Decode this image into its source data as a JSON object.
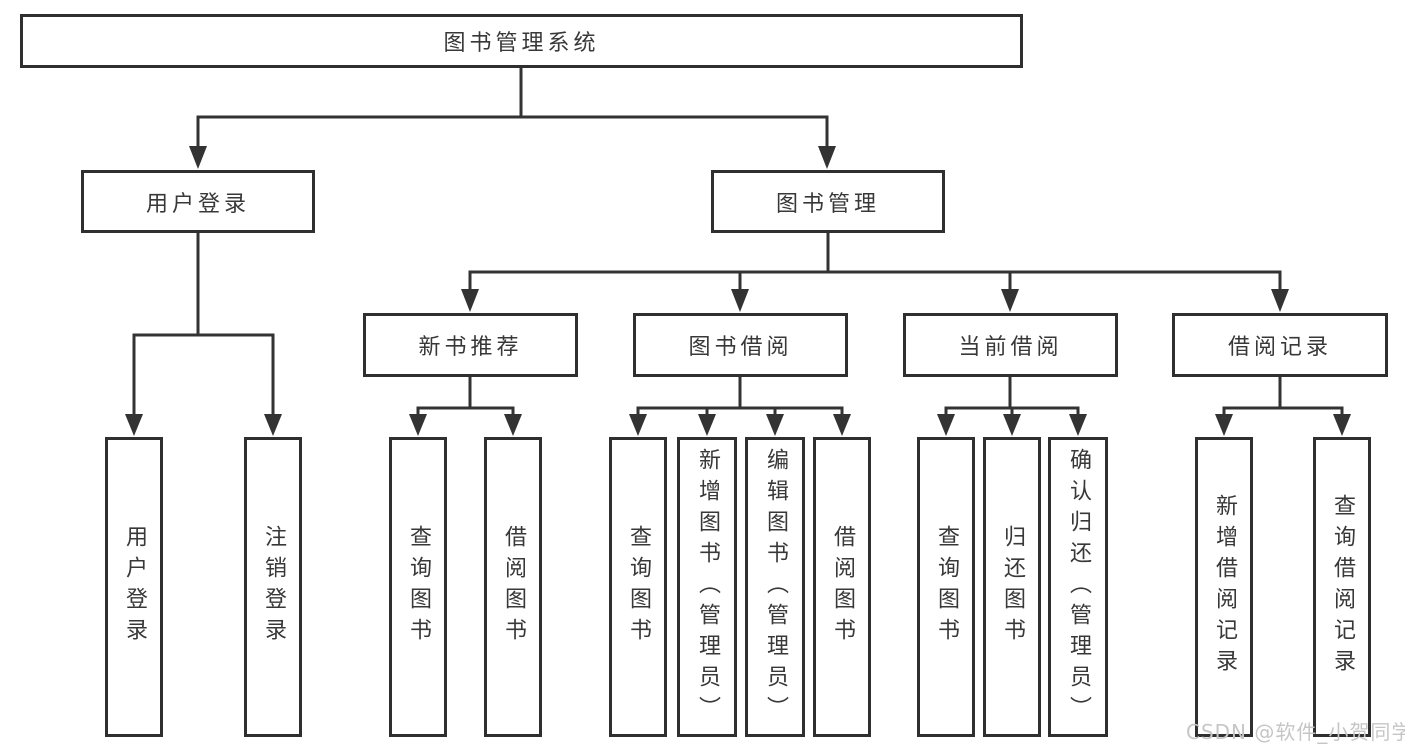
{
  "title": "图书管理系统",
  "watermark": "CSDN @软件_小贺同学",
  "colors": {
    "line": "#333333",
    "box_border": "#2f2f2f",
    "text": "#383838",
    "watermark": "#c6c6c6",
    "background": "#ffffff"
  },
  "nodes": {
    "root": {
      "label": "图书管理系统"
    },
    "user_login": {
      "label": "用户登录"
    },
    "book_mgmt": {
      "label": "图书管理"
    },
    "new_book_rec": {
      "label": "新书推荐"
    },
    "book_borrow": {
      "label": "图书借阅"
    },
    "current_borrow": {
      "label": "当前借阅"
    },
    "borrow_records": {
      "label": "借阅记录"
    },
    "login": {
      "label": "用户登录"
    },
    "logout": {
      "label": "注销登录"
    },
    "rec_query": {
      "label": "查询图书"
    },
    "rec_borrow": {
      "label": "借阅图书"
    },
    "bor_query": {
      "label": "查询图书"
    },
    "bor_add": {
      "label": "新增图书（管理员）"
    },
    "bor_edit": {
      "label": "编辑图书（管理员）"
    },
    "bor_borrow": {
      "label": "借阅图书"
    },
    "cur_query": {
      "label": "查询图书"
    },
    "cur_return": {
      "label": "归还图书"
    },
    "cur_confirm": {
      "label": "确认归还（管理员）"
    },
    "records_add": {
      "label": "新增借阅记录"
    },
    "records_query": {
      "label": "查询借阅记录"
    }
  },
  "edges": [
    [
      "root",
      "user_login"
    ],
    [
      "root",
      "book_mgmt"
    ],
    [
      "user_login",
      "login"
    ],
    [
      "user_login",
      "logout"
    ],
    [
      "book_mgmt",
      "new_book_rec"
    ],
    [
      "book_mgmt",
      "book_borrow"
    ],
    [
      "book_mgmt",
      "current_borrow"
    ],
    [
      "book_mgmt",
      "borrow_records"
    ],
    [
      "new_book_rec",
      "rec_query"
    ],
    [
      "new_book_rec",
      "rec_borrow"
    ],
    [
      "book_borrow",
      "bor_query"
    ],
    [
      "book_borrow",
      "bor_add"
    ],
    [
      "book_borrow",
      "bor_edit"
    ],
    [
      "book_borrow",
      "bor_borrow"
    ],
    [
      "current_borrow",
      "cur_query"
    ],
    [
      "current_borrow",
      "cur_return"
    ],
    [
      "current_borrow",
      "cur_confirm"
    ],
    [
      "borrow_records",
      "records_add"
    ],
    [
      "borrow_records",
      "records_query"
    ]
  ]
}
